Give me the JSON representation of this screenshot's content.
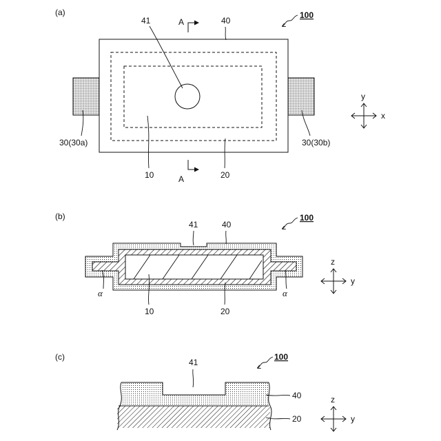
{
  "panel_a": {
    "tag": "(a)",
    "ref_main": "100",
    "label_41": "41",
    "label_40": "40",
    "label_10": "10",
    "label_20": "20",
    "label_A_top": "A",
    "label_A_bottom": "A",
    "label_30a": "30(30a)",
    "label_30b": "30(30b)",
    "axis_y": "y",
    "axis_x": "x"
  },
  "panel_b": {
    "tag": "(b)",
    "ref_main": "100",
    "label_41": "41",
    "label_40": "40",
    "label_10": "10",
    "label_20": "20",
    "label_alpha_left": "α",
    "label_alpha_right": "α",
    "axis_z": "z",
    "axis_y": "y"
  },
  "panel_c": {
    "tag": "(c)",
    "ref_main": "100",
    "label_41": "41",
    "label_40": "40",
    "label_20": "20",
    "axis_z": "z",
    "axis_y": "y"
  }
}
